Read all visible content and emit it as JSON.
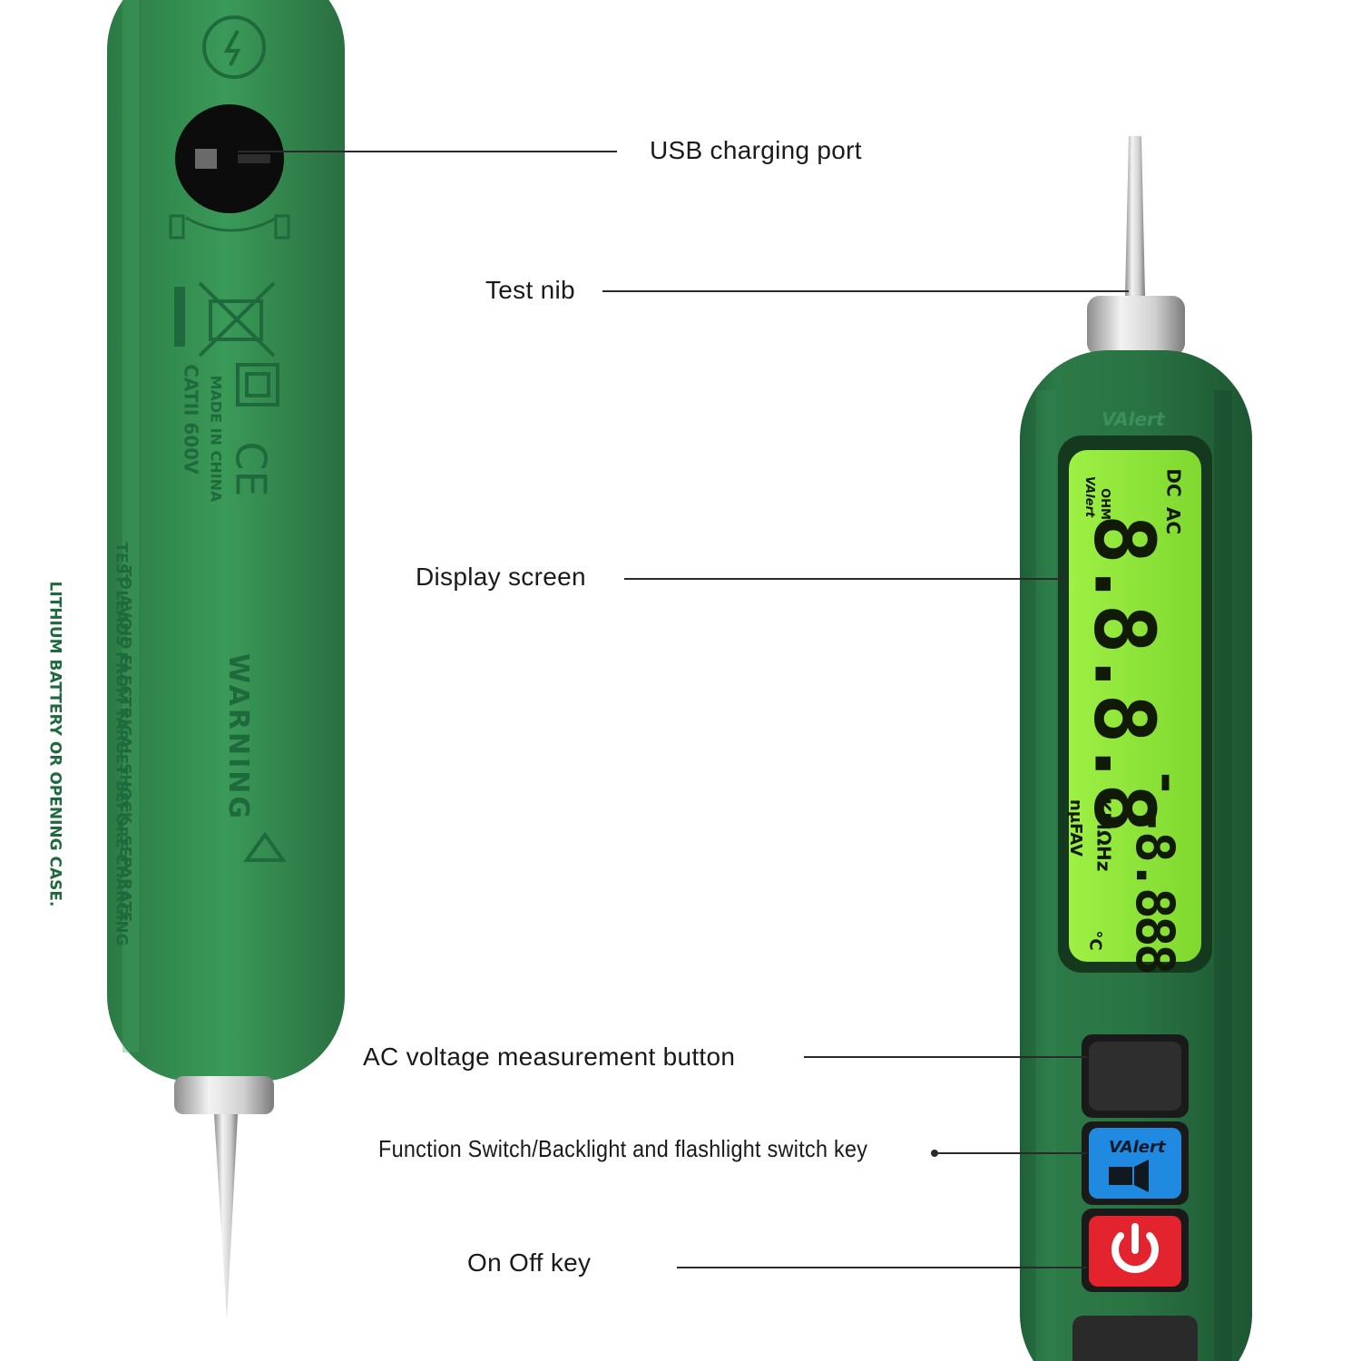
{
  "callouts": {
    "usb_port": "USB charging port",
    "test_nib": "Test nib",
    "display_screen": "Display screen",
    "ac_button": "AC voltage measurement button",
    "function_key": "Function Switch/Backlight and flashlight switch key",
    "on_off_key": "On Off key"
  },
  "back_printing": {
    "warning_title": "WARNING",
    "warning_lines": [
      "TO AVOID ELECTRICAL SHOCK, SEPARATE",
      "TEST LEADS FROM TARGET BEFORE CHARGING",
      "LITHIUM BATTERY OR OPENING CASE."
    ],
    "made_in": "MADE IN CHINA",
    "rating": "CATII 600V",
    "ce_mark": "CE"
  },
  "front": {
    "brand": "VAlert",
    "lcd": {
      "mode_dc": "DC",
      "mode_ac": "AC",
      "ohm": "OHM",
      "main_reading": "8.8.8.8",
      "sign": "-",
      "sub_reading": "-8.888",
      "units_row1": "KMΩHz",
      "units_row2": "nμFAV",
      "temp_unit": "°C",
      "brand": "VAlert"
    },
    "function_key_logo": "VAlert"
  },
  "colors": {
    "pen_green": "#2f7d4a",
    "pen_dark_green": "#1f5a35",
    "lcd_green": "#8ee63a",
    "function_key_blue": "#1f8ae0",
    "power_key_red": "#e3232e",
    "ac_key_black": "#2a2a2a"
  }
}
